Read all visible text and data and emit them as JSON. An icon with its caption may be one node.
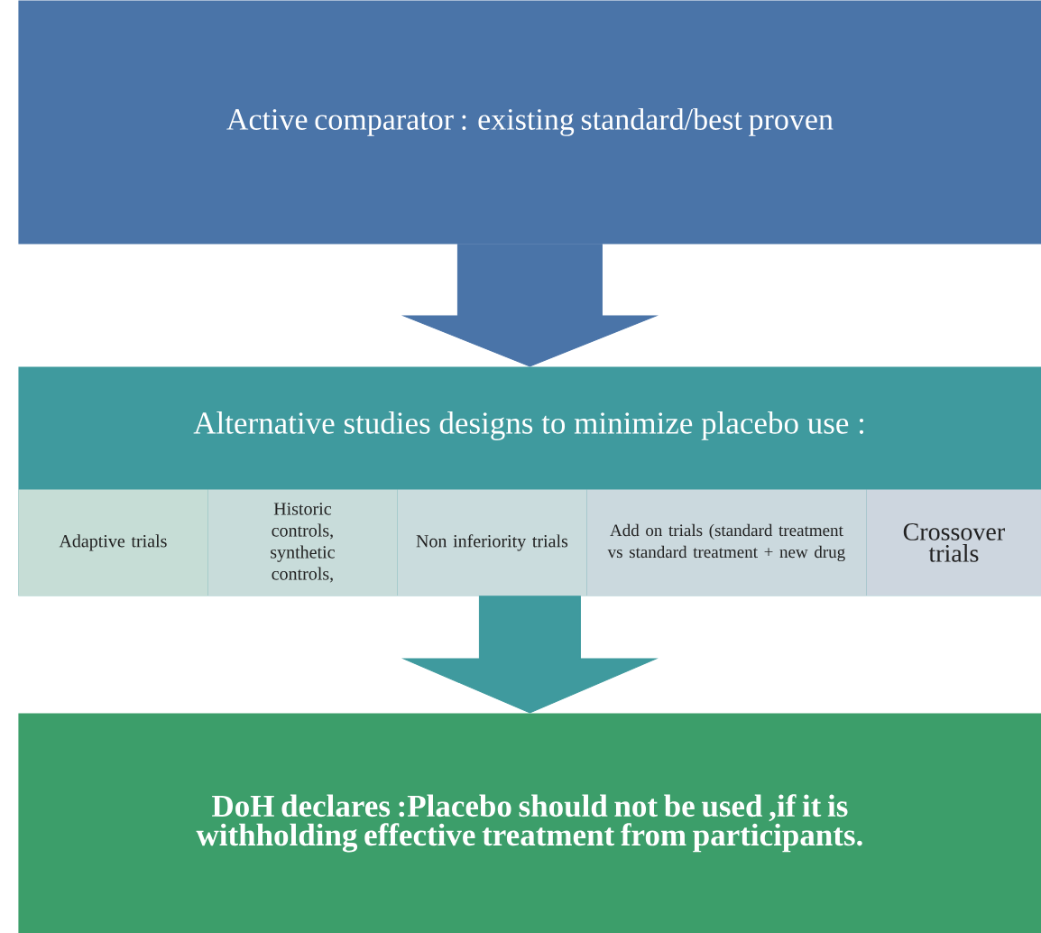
{
  "diagram": {
    "nodes": [
      {
        "text": [
          "Active comparator : existing standard/best proven"
        ]
      },
      {
        "text": [
          "Alternative studies designs to minimize placebo use :"
        ]
      },
      {
        "text": [
          "Adaptive trials"
        ],
        "in": 1
      },
      {
        "text": [
          "Historic controls, synthetic controls,"
        ],
        "in": 1
      },
      {
        "text": [
          "Non inferiority trials"
        ],
        "in": 1
      },
      {
        "text": [
          "Add on trials (standard treatment vs standard treatment + new drug"
        ],
        "in": 1
      },
      {
        "text": [
          "Crossover trials"
        ],
        "in": 1
      },
      {
        "text": [
          "DoH declares :Placebo should not be used ,if it is withholding effective treatment from participants."
        ]
      }
    ],
    "edges": [
      {
        "from": 0,
        "to": 1,
        "arrow": "to",
        "color": "#4a74a8"
      },
      {
        "from": 1,
        "to": 7,
        "arrow": "to",
        "color": "#3f9a9e"
      }
    ]
  }
}
